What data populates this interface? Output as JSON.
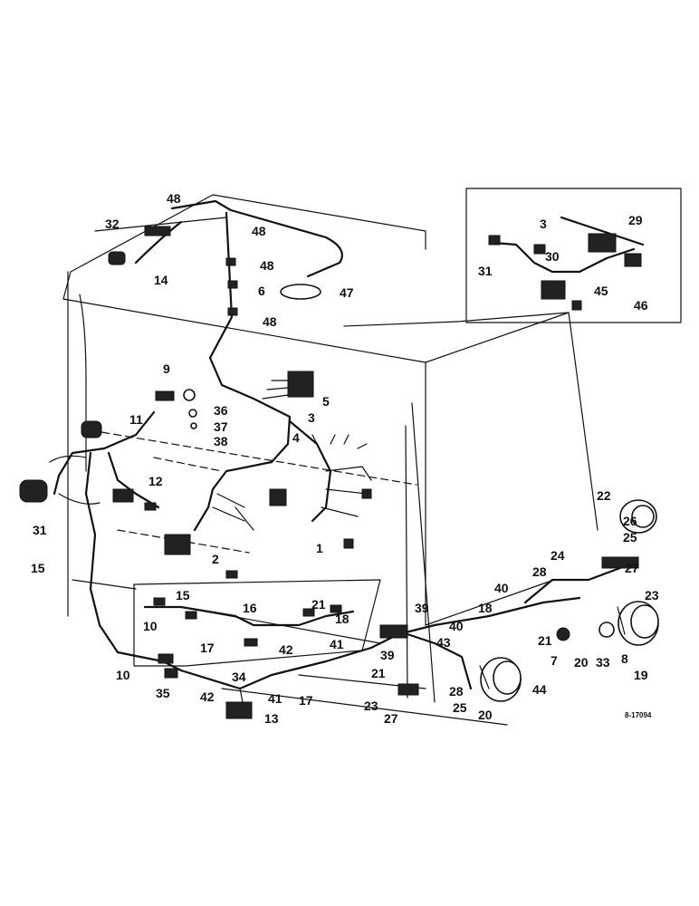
{
  "diagram": {
    "document_number": "8-17094",
    "callouts": [
      {
        "id": "c48a",
        "text": "48"
      },
      {
        "id": "c32",
        "text": "32"
      },
      {
        "id": "c48b",
        "text": "48"
      },
      {
        "id": "c48c",
        "text": "48"
      },
      {
        "id": "c14",
        "text": "14"
      },
      {
        "id": "c6",
        "text": "6"
      },
      {
        "id": "c47",
        "text": "47"
      },
      {
        "id": "c48d",
        "text": "48"
      },
      {
        "id": "c9",
        "text": "9"
      },
      {
        "id": "c5",
        "text": "5"
      },
      {
        "id": "c36",
        "text": "36"
      },
      {
        "id": "c3a",
        "text": "3"
      },
      {
        "id": "c11",
        "text": "11"
      },
      {
        "id": "c37",
        "text": "37"
      },
      {
        "id": "c4",
        "text": "4"
      },
      {
        "id": "c38",
        "text": "38"
      },
      {
        "id": "c12",
        "text": "12"
      },
      {
        "id": "c31a",
        "text": "31"
      },
      {
        "id": "c2",
        "text": "2"
      },
      {
        "id": "c1",
        "text": "1"
      },
      {
        "id": "c15a",
        "text": "15"
      },
      {
        "id": "c15b",
        "text": "15"
      },
      {
        "id": "c16",
        "text": "16"
      },
      {
        "id": "c21a",
        "text": "21"
      },
      {
        "id": "c18a",
        "text": "18"
      },
      {
        "id": "c10a",
        "text": "10"
      },
      {
        "id": "c17a",
        "text": "17"
      },
      {
        "id": "c42a",
        "text": "42"
      },
      {
        "id": "c10b",
        "text": "10"
      },
      {
        "id": "c35",
        "text": "35"
      },
      {
        "id": "c34",
        "text": "34"
      },
      {
        "id": "c42b",
        "text": "42"
      },
      {
        "id": "c13",
        "text": "13"
      },
      {
        "id": "c41a",
        "text": "41"
      },
      {
        "id": "c41b",
        "text": "41"
      },
      {
        "id": "c17b",
        "text": "17"
      },
      {
        "id": "c39a",
        "text": "39"
      },
      {
        "id": "c39b",
        "text": "39"
      },
      {
        "id": "c43",
        "text": "43"
      },
      {
        "id": "c40a",
        "text": "40"
      },
      {
        "id": "c40b",
        "text": "40"
      },
      {
        "id": "c18b",
        "text": "18"
      },
      {
        "id": "c21b",
        "text": "21"
      },
      {
        "id": "c21c",
        "text": "21"
      },
      {
        "id": "c23a",
        "text": "23"
      },
      {
        "id": "c27a",
        "text": "27"
      },
      {
        "id": "c28a",
        "text": "28"
      },
      {
        "id": "c25a",
        "text": "25"
      },
      {
        "id": "c20a",
        "text": "20"
      },
      {
        "id": "c44",
        "text": "44"
      },
      {
        "id": "c28b",
        "text": "28"
      },
      {
        "id": "c24",
        "text": "24"
      },
      {
        "id": "c7",
        "text": "7"
      },
      {
        "id": "c20b",
        "text": "20"
      },
      {
        "id": "c33",
        "text": "33"
      },
      {
        "id": "c8",
        "text": "8"
      },
      {
        "id": "c19",
        "text": "19"
      },
      {
        "id": "c22",
        "text": "22"
      },
      {
        "id": "c26",
        "text": "26"
      },
      {
        "id": "c25b",
        "text": "25"
      },
      {
        "id": "c27b",
        "text": "27"
      },
      {
        "id": "c23b",
        "text": "23"
      },
      {
        "id": "c3b",
        "text": "3"
      },
      {
        "id": "c29",
        "text": "29"
      },
      {
        "id": "c30",
        "text": "30"
      },
      {
        "id": "c31b",
        "text": "31"
      },
      {
        "id": "c45",
        "text": "45"
      },
      {
        "id": "c46",
        "text": "46"
      }
    ]
  }
}
